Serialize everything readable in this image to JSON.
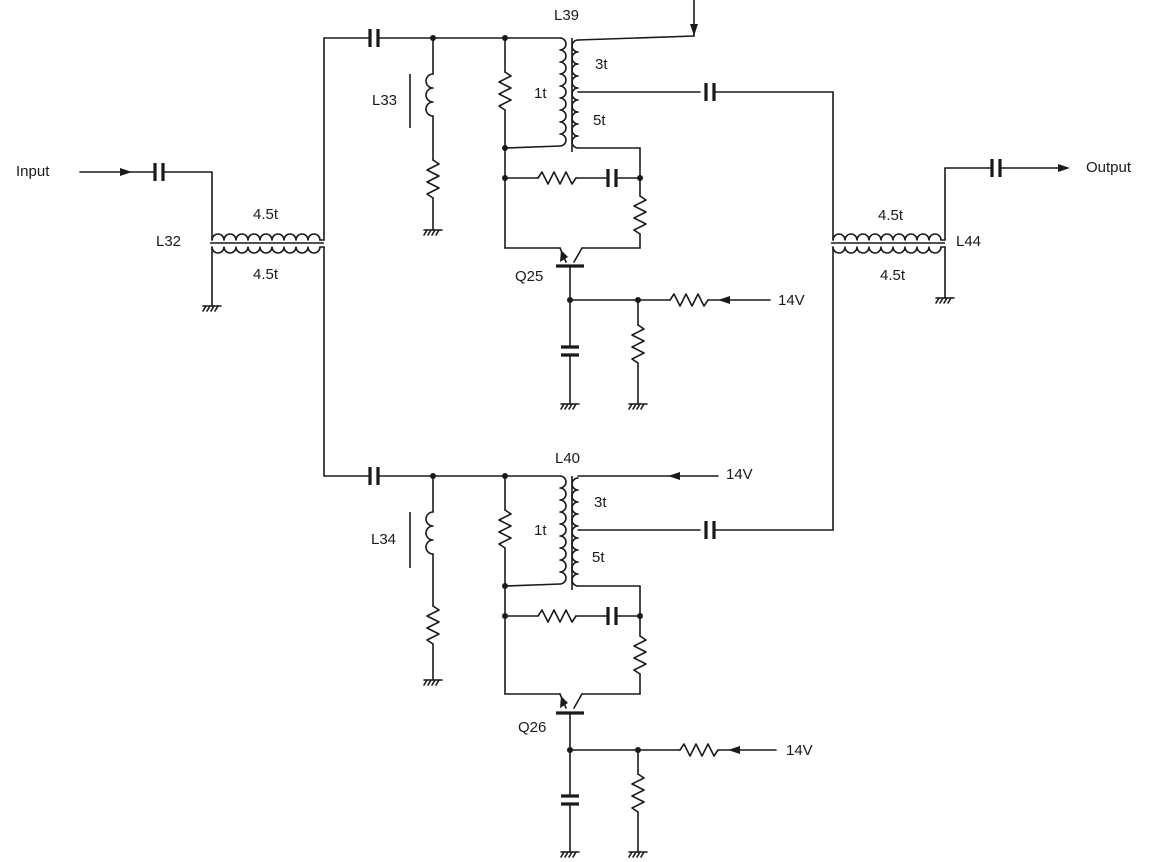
{
  "io": {
    "input": "Input",
    "output": "Output"
  },
  "transformers": {
    "L32": {
      "name": "L32",
      "primary": "4.5t",
      "secondary": "4.5t"
    },
    "L44": {
      "name": "L44",
      "primary": "4.5t",
      "secondary": "4.5t"
    },
    "L39": {
      "name": "L39",
      "tap1": "1t",
      "tap2": "3t",
      "tap3": "5t"
    },
    "L40": {
      "name": "L40",
      "tap1": "1t",
      "tap2": "3t",
      "tap3": "5t"
    }
  },
  "inductors": {
    "L33": "L33",
    "L34": "L34"
  },
  "transistors": {
    "Q25": "Q25",
    "Q26": "Q26"
  },
  "supplies": {
    "upper_bias": "14V",
    "lower_collector": "14V",
    "lower_bias": "14V"
  }
}
